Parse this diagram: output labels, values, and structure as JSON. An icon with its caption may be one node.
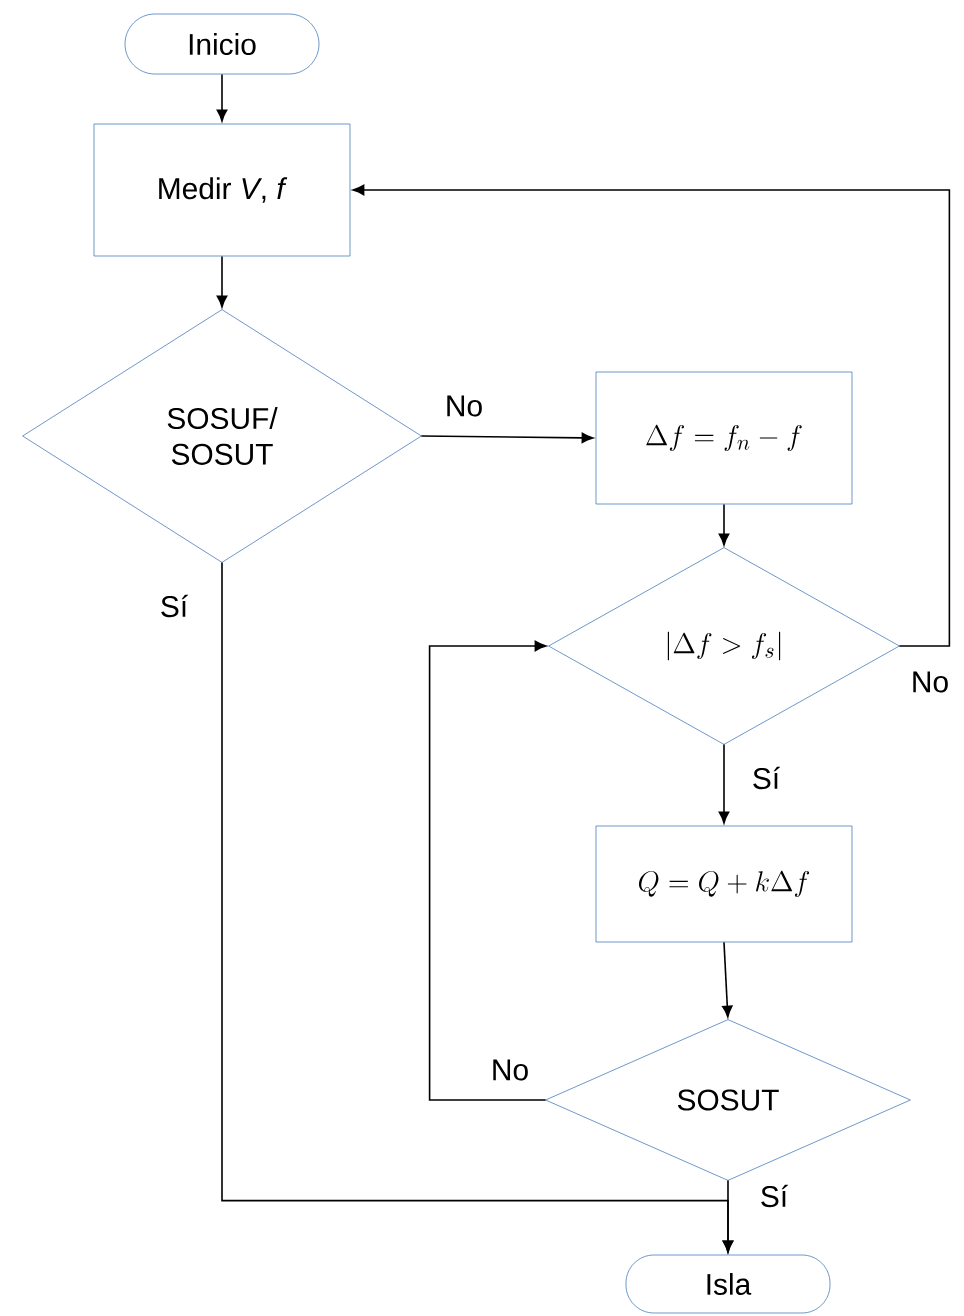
{
  "diagram": {
    "nodes": [
      {
        "text": [
          "Inicio"
        ]
      },
      {
        "text": [
          "Medir *V*, *f*"
        ]
      },
      {
        "text": [
          "SOSUF/ SOSUT"
        ]
      },
      {
        "text": [
          "\\Delta f = f_n - f"
        ]
      },
      {
        "text": [
          "\\left|\\Delta f > f_s\\right|"
        ]
      },
      {
        "text": [
          "Q = Q + k\\Delta f"
        ]
      },
      {
        "text": [
          "SOSUT"
        ]
      },
      {
        "text": [
          "Isla"
        ]
      }
    ],
    "edges": [
      {
        "from": 0,
        "to": 1,
        "arrow": "to"
      },
      {
        "from": 1,
        "to": 2,
        "arrow": "to"
      },
      {
        "from": 2,
        "to": 3,
        "arrow": "to",
        "label": "No"
      },
      {
        "from": 3,
        "to": 4,
        "arrow": "to"
      },
      {
        "from": 4,
        "to": 1,
        "arrow": "to",
        "label": "No"
      },
      {
        "from": 4,
        "to": 5,
        "arrow": "to",
        "label": "Sí"
      },
      {
        "from": 5,
        "to": 6,
        "arrow": "to"
      },
      {
        "from": 6,
        "to": 4,
        "arrow": "to",
        "label": "No"
      },
      {
        "from": 2,
        "to": 7,
        "arrow": "to",
        "label": "Sí"
      },
      {
        "from": 6,
        "to": 7,
        "arrow": "to",
        "label": "Sí"
      }
    ]
  }
}
